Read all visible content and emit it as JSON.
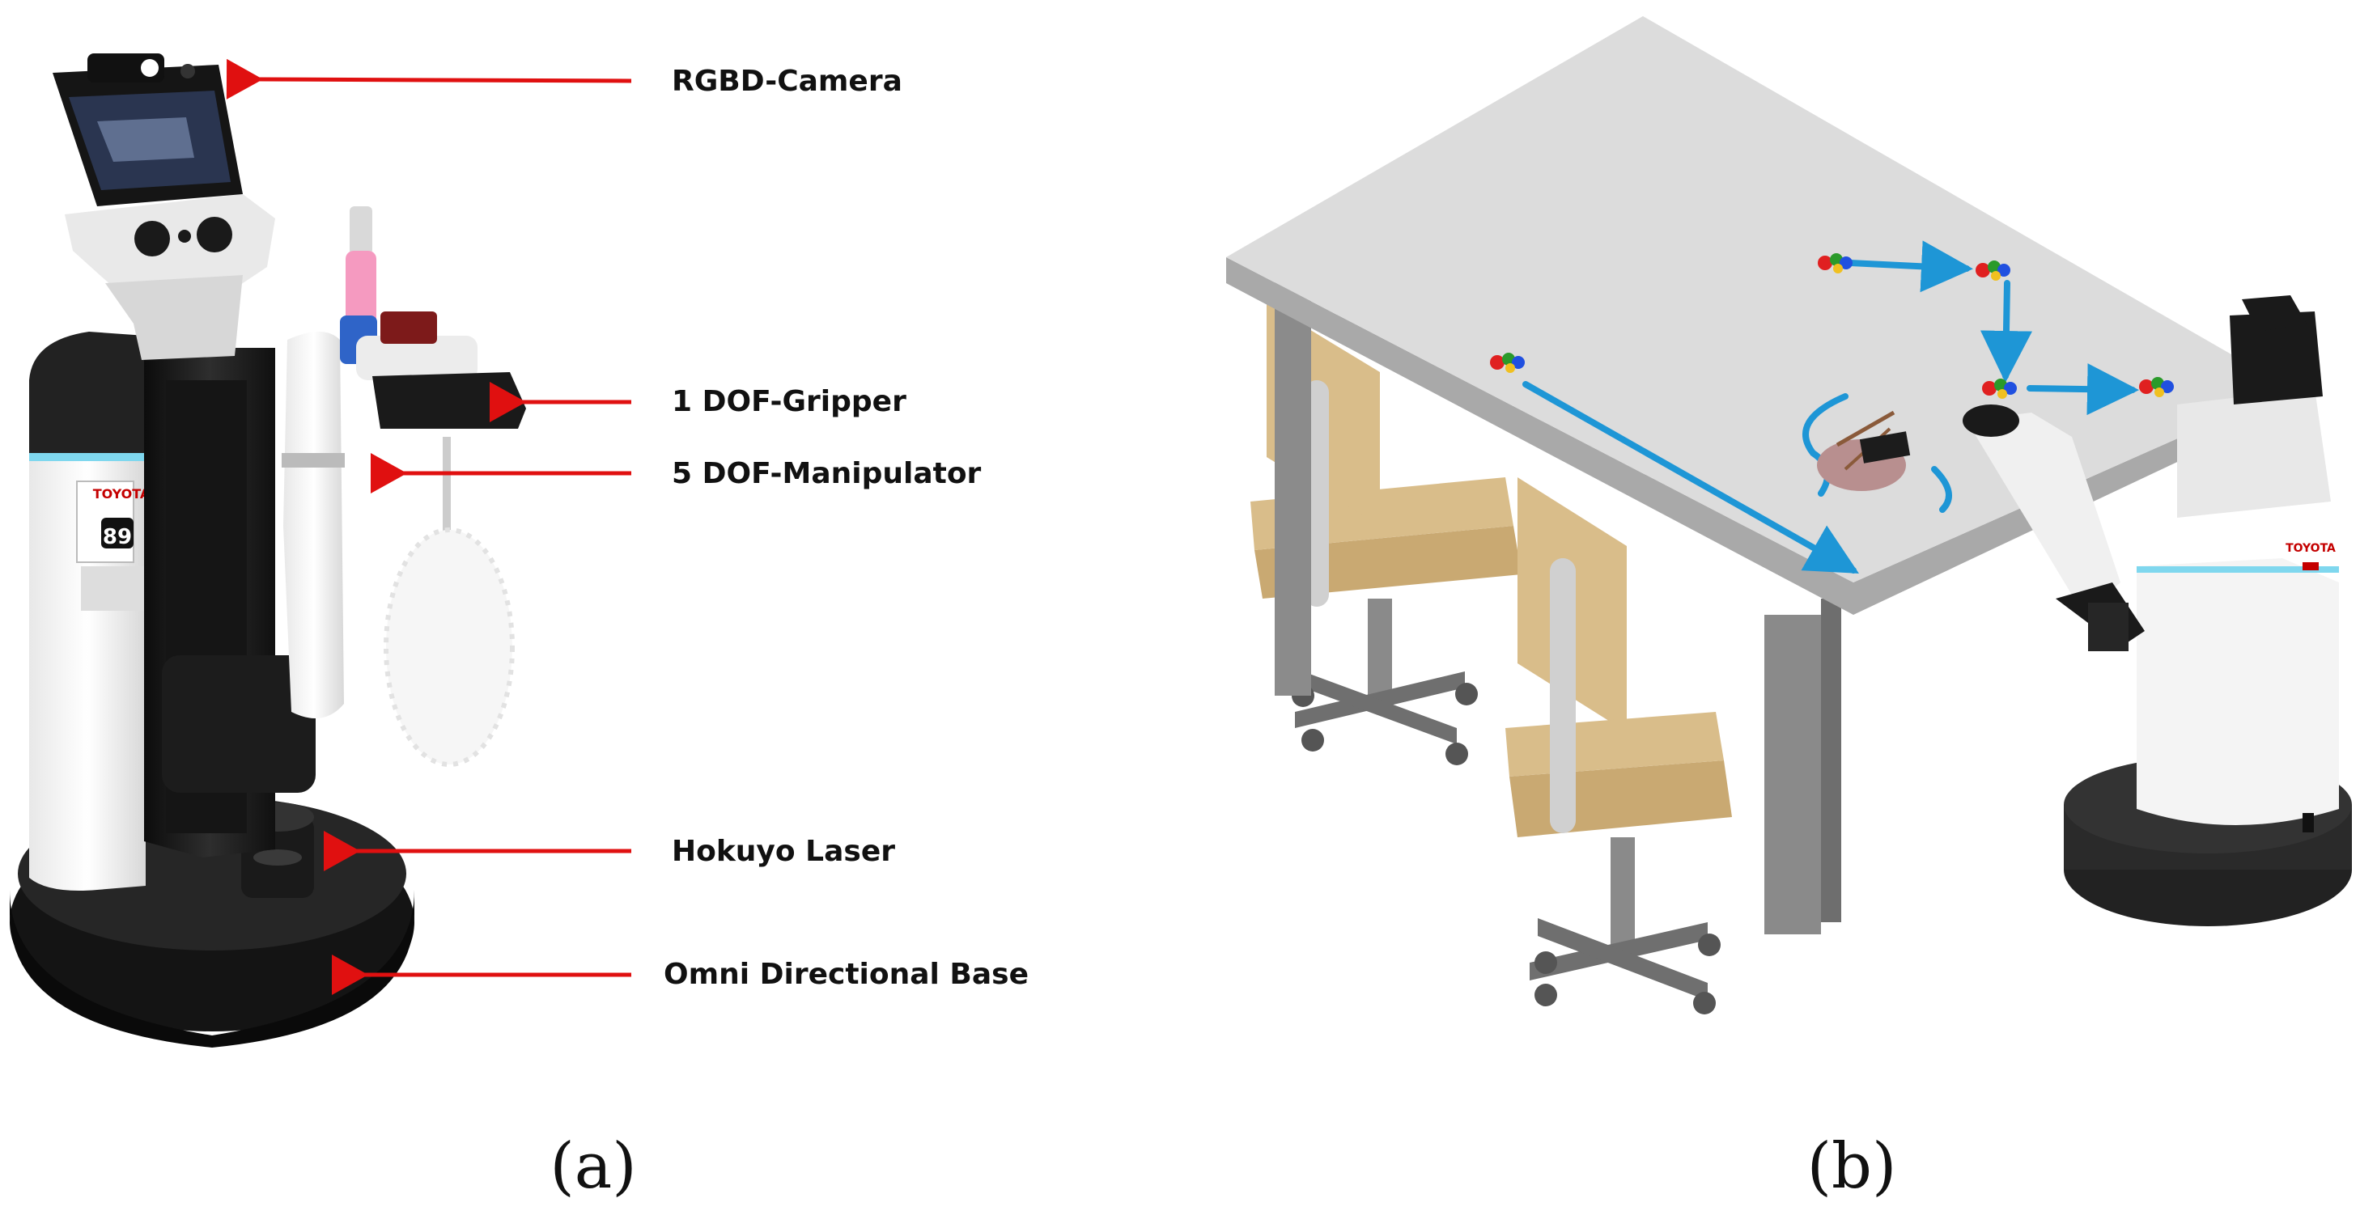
{
  "panel_a": {
    "caption": "(a)",
    "brand_text": "TOYOTA",
    "robot_number": "89",
    "callouts": [
      {
        "id": "rgbd-camera",
        "text": "RGBD-Camera"
      },
      {
        "id": "gripper",
        "text": "1 DOF-Gripper"
      },
      {
        "id": "manipulator",
        "text": "5 DOF-Manipulator"
      },
      {
        "id": "hokuyo-laser",
        "text": "Hokuyo Laser"
      },
      {
        "id": "omni-base",
        "text": "Omni Directional Base"
      }
    ]
  },
  "panel_b": {
    "caption": "(b)",
    "robot_brand_text": "TOYOTA"
  },
  "colors": {
    "arrow_red": "#e01010",
    "path_blue": "#1e96d6",
    "table_top": "#d9d9d9",
    "chair_wood": "#d9bd8a",
    "chair_metal": "#6f6f6f",
    "robot_white": "#f4f4f4",
    "robot_black": "#1c1c1c"
  },
  "icons": [
    "coordinate-frame-icon",
    "robot-illustration",
    "robot-photo"
  ]
}
